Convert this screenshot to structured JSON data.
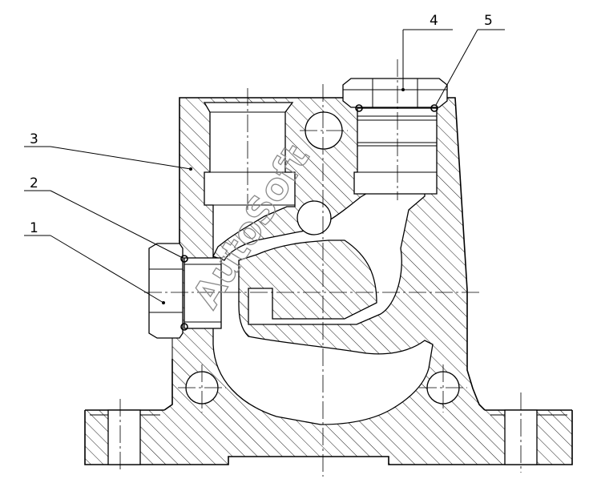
{
  "drawing": {
    "callouts": [
      {
        "id": "callout-1",
        "text": "1"
      },
      {
        "id": "callout-2",
        "text": "2"
      },
      {
        "id": "callout-3",
        "text": "3"
      },
      {
        "id": "callout-4",
        "text": "4"
      },
      {
        "id": "callout-5",
        "text": "5"
      }
    ],
    "watermark": "AutoSoft"
  }
}
